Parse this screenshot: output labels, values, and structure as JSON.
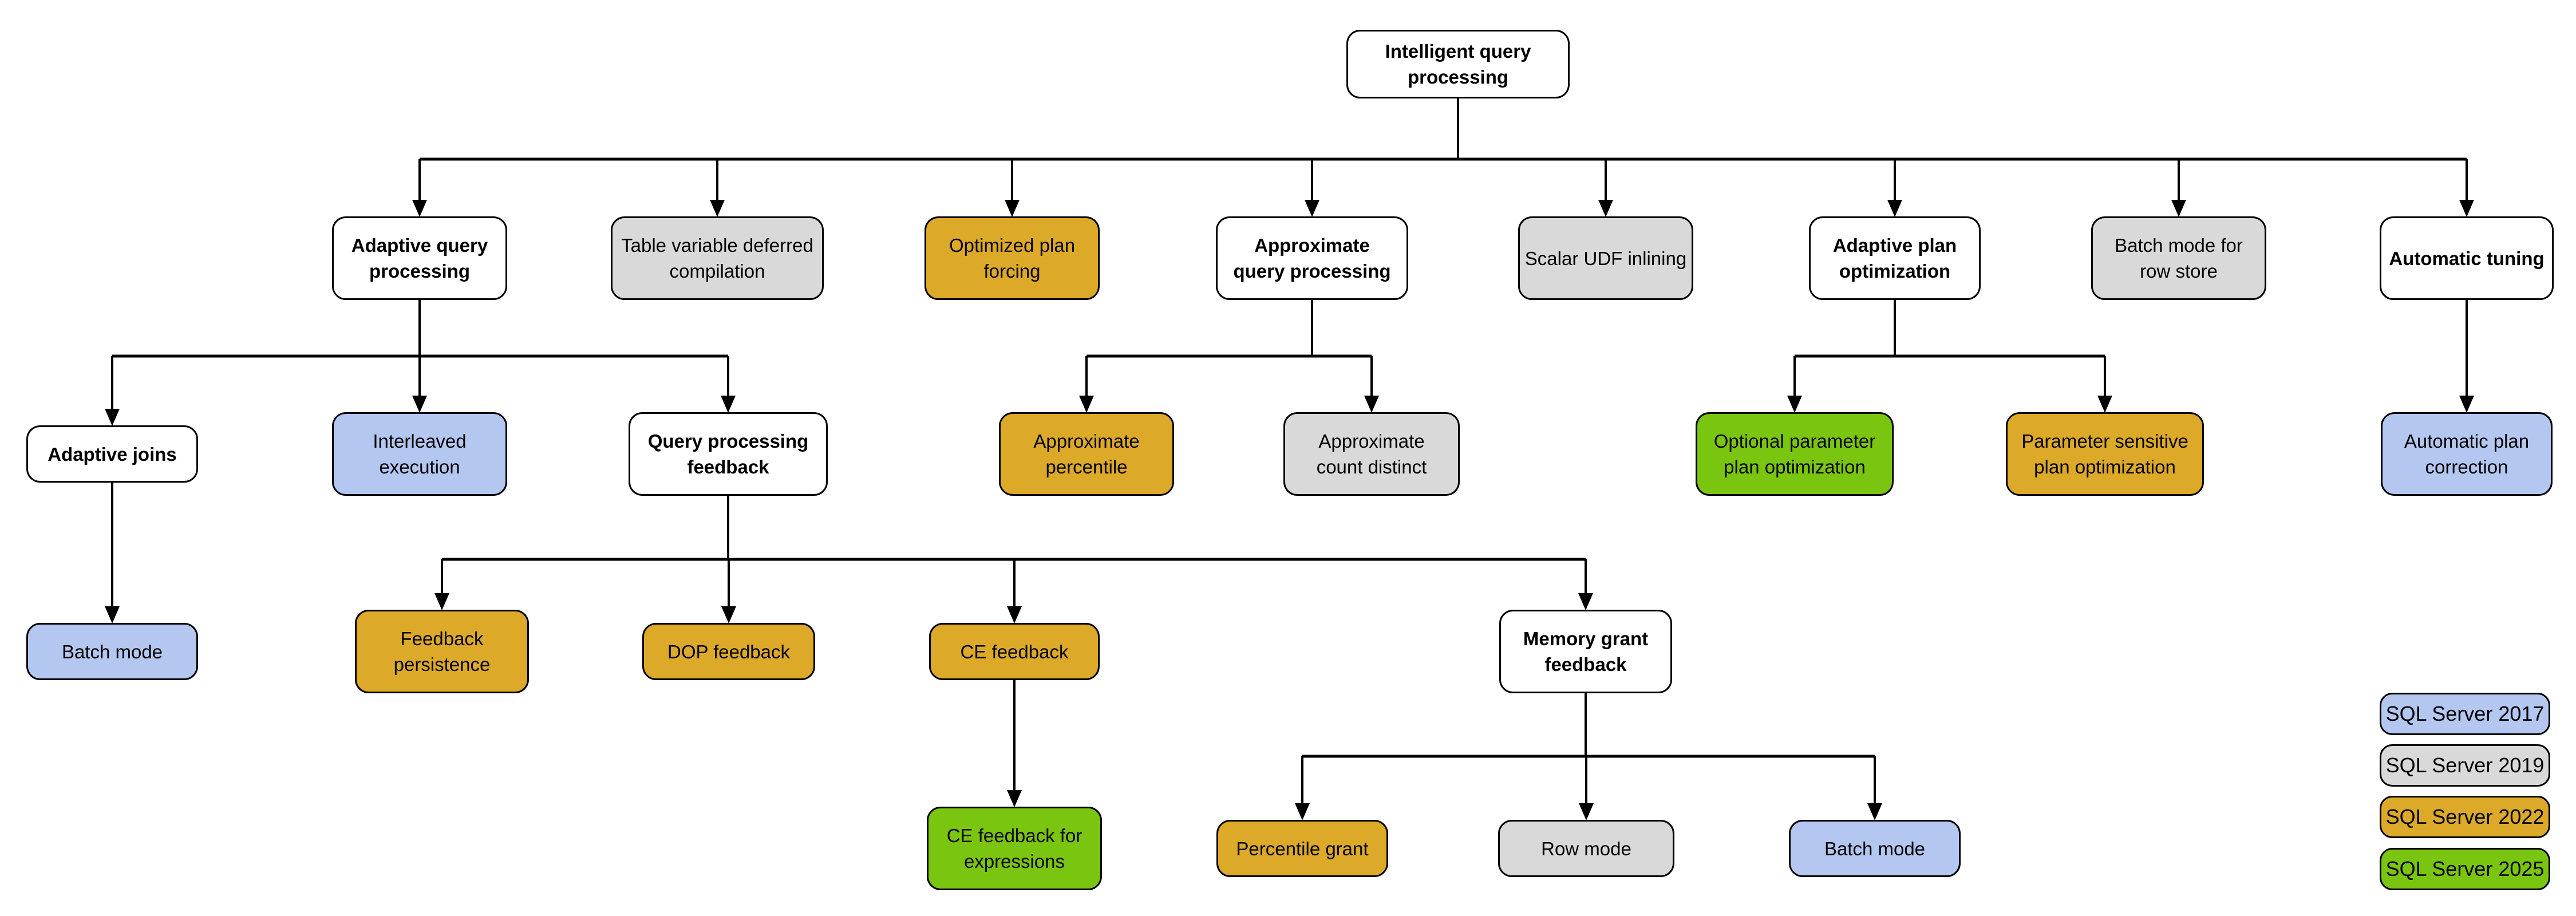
{
  "diagram_title": "Intelligent query processing",
  "nodes": {
    "root": {
      "label": "Intelligent query processing",
      "legend_color": "none"
    },
    "adaptive_query_processing": {
      "label": "Adaptive query processing",
      "legend_color": "none"
    },
    "table_variable_deferred_compilation": {
      "label": "Table variable deferred compilation",
      "legend_color": "SQL Server 2019"
    },
    "optimized_plan_forcing": {
      "label": "Optimized plan forcing",
      "legend_color": "SQL Server 2022"
    },
    "approximate_query_processing": {
      "label": "Approximate query processing",
      "legend_color": "none"
    },
    "scalar_udf_inlining": {
      "label": "Scalar UDF inlining",
      "legend_color": "SQL Server 2019"
    },
    "adaptive_plan_optimization": {
      "label": "Adaptive plan optimization",
      "legend_color": "none"
    },
    "batch_mode_for_row_store": {
      "label": "Batch mode for row store",
      "legend_color": "SQL Server 2019"
    },
    "automatic_tuning": {
      "label": "Automatic tuning",
      "legend_color": "none"
    },
    "adaptive_joins": {
      "label": "Adaptive joins",
      "legend_color": "none"
    },
    "interleaved_execution": {
      "label": "Interleaved execution",
      "legend_color": "SQL Server 2017"
    },
    "query_processing_feedback": {
      "label": "Query processing feedback",
      "legend_color": "none"
    },
    "approximate_percentile": {
      "label": "Approximate percentile",
      "legend_color": "SQL Server 2022"
    },
    "approximate_count_distinct": {
      "label": "Approximate count distinct",
      "legend_color": "SQL Server 2019"
    },
    "optional_parameter_plan_optimization": {
      "label": "Optional parameter plan optimization",
      "legend_color": "SQL Server 2025"
    },
    "parameter_sensitive_plan_optimization": {
      "label": "Parameter sensitive plan optimization",
      "legend_color": "SQL Server 2022"
    },
    "automatic_plan_correction": {
      "label": "Automatic plan correction",
      "legend_color": "SQL Server 2017"
    },
    "batch_mode_under_adaptive_joins": {
      "label": "Batch mode",
      "legend_color": "SQL Server 2017"
    },
    "feedback_persistence": {
      "label": "Feedback persistence",
      "legend_color": "SQL Server 2022"
    },
    "dop_feedback": {
      "label": "DOP feedback",
      "legend_color": "SQL Server 2022"
    },
    "ce_feedback": {
      "label": "CE feedback",
      "legend_color": "SQL Server 2022"
    },
    "memory_grant_feedback": {
      "label": "Memory grant feedback",
      "legend_color": "none"
    },
    "ce_feedback_for_expressions": {
      "label": "CE feedback for expressions",
      "legend_color": "SQL Server 2025"
    },
    "percentile_grant": {
      "label": "Percentile grant",
      "legend_color": "SQL Server 2022"
    },
    "row_mode": {
      "label": "Row mode",
      "legend_color": "SQL Server 2019"
    },
    "batch_mode_under_memory_grant": {
      "label": "Batch mode",
      "legend_color": "SQL Server 2017"
    }
  },
  "legend": {
    "items": [
      {
        "label": "SQL Server 2017",
        "color": "#b4c7f0"
      },
      {
        "label": "SQL Server 2019",
        "color": "#d9d9d9"
      },
      {
        "label": "SQL Server 2022",
        "color": "#dca928"
      },
      {
        "label": "SQL Server 2025",
        "color": "#79c510"
      }
    ]
  }
}
